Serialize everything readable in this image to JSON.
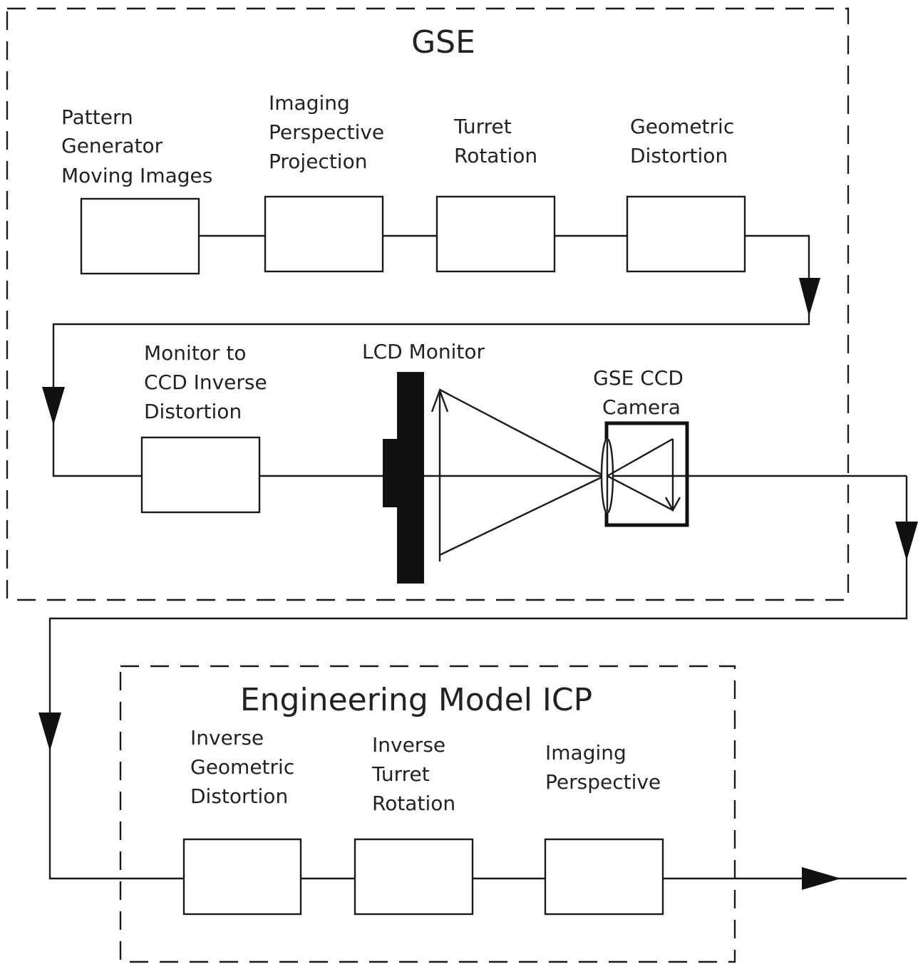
{
  "gse": {
    "title": "GSE",
    "row1": [
      {
        "lines": [
          "Pattern",
          "Generator",
          "Moving Images"
        ]
      },
      {
        "lines": [
          "Imaging",
          "Perspective",
          "Projection"
        ]
      },
      {
        "lines": [
          "Turret",
          "Rotation"
        ]
      },
      {
        "lines": [
          "Geometric",
          "Distortion"
        ]
      }
    ],
    "monitor_to_ccd": [
      "Monitor to",
      "CCD Inverse",
      "Distortion"
    ],
    "lcd_monitor": "LCD Monitor",
    "gse_ccd_camera": [
      "GSE CCD",
      "Camera"
    ]
  },
  "icp": {
    "title": "Engineering  Model ICP",
    "blocks": [
      {
        "lines": [
          "Inverse",
          "Geometric",
          "Distortion"
        ]
      },
      {
        "lines": [
          "Inverse",
          "Turret",
          "Rotation"
        ]
      },
      {
        "lines": [
          "Imaging",
          "Perspective"
        ]
      }
    ]
  }
}
